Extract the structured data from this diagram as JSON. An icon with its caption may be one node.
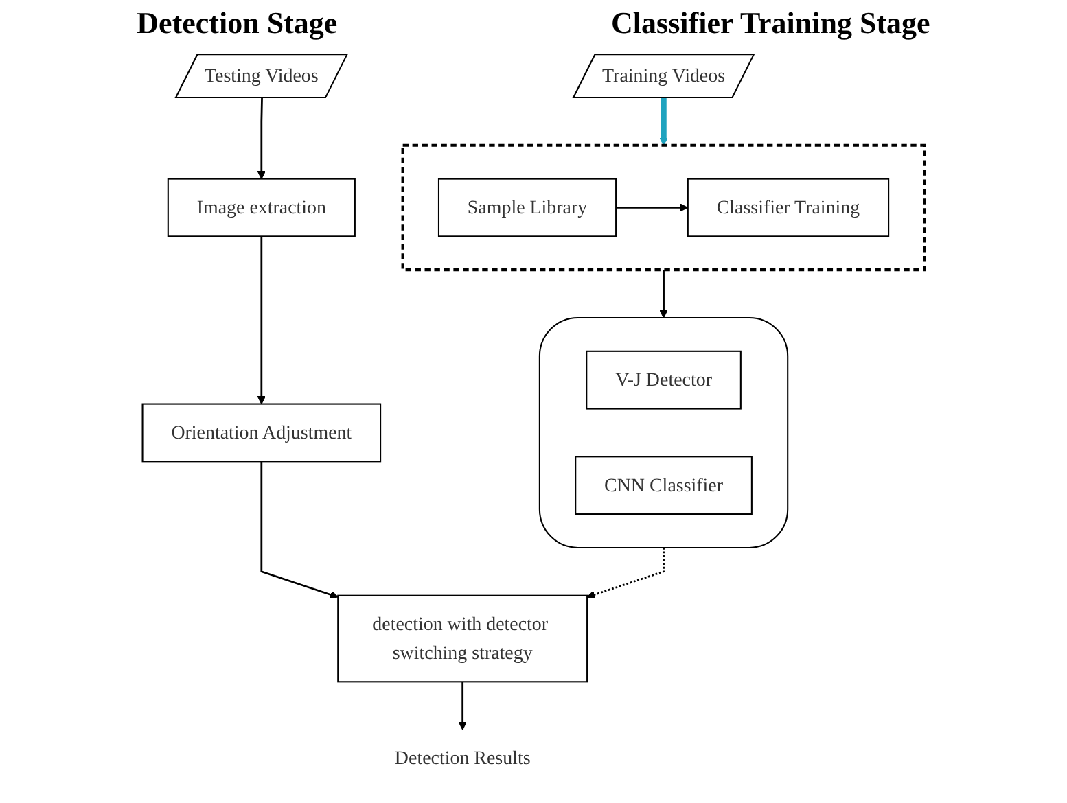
{
  "diagram": {
    "nodes": [
      {
        "text": [
          "Training Videos"
        ]
      },
      {
        "text": [],
        "shape": "box"
      },
      {
        "text": [
          "Sample Library"
        ],
        "in": 1
      },
      {
        "text": [
          "Classifier Training"
        ],
        "in": 1
      },
      {
        "text": [],
        "shape": "cylinder"
      },
      {
        "text": [
          "V-J Detector"
        ],
        "in": 4
      },
      {
        "text": [
          "CNN Classifier"
        ],
        "in": 4
      },
      {
        "text": [
          "Testing Videos"
        ]
      },
      {
        "text": [
          "Image extraction"
        ]
      },
      {
        "text": [
          "Orientation Adjustment"
        ]
      },
      {
        "text": [
          "detection with detector switching strategy"
        ]
      },
      {
        "text": [
          "Detection Results"
        ]
      }
    ],
    "edges": [
      {
        "from": 0,
        "to": 1,
        "arrow": "to",
        "style": "thick",
        "color": "#1fa3bf"
      },
      {
        "from": 2,
        "to": 3,
        "arrow": "to"
      },
      {
        "from": 1,
        "to": 4,
        "arrow": "to"
      },
      {
        "from": 4,
        "to": 10,
        "arrow": "to",
        "style": "dashed"
      },
      {
        "from": 7,
        "to": 8,
        "arrow": "to"
      },
      {
        "from": 8,
        "to": 9,
        "arrow": "to"
      },
      {
        "from": 9,
        "to": 10,
        "arrow": "to"
      },
      {
        "from": 10,
        "to": 11,
        "arrow": "to"
      }
    ],
    "labels": [
      "Classifier Training Stage",
      "Detection Stage"
    ]
  }
}
